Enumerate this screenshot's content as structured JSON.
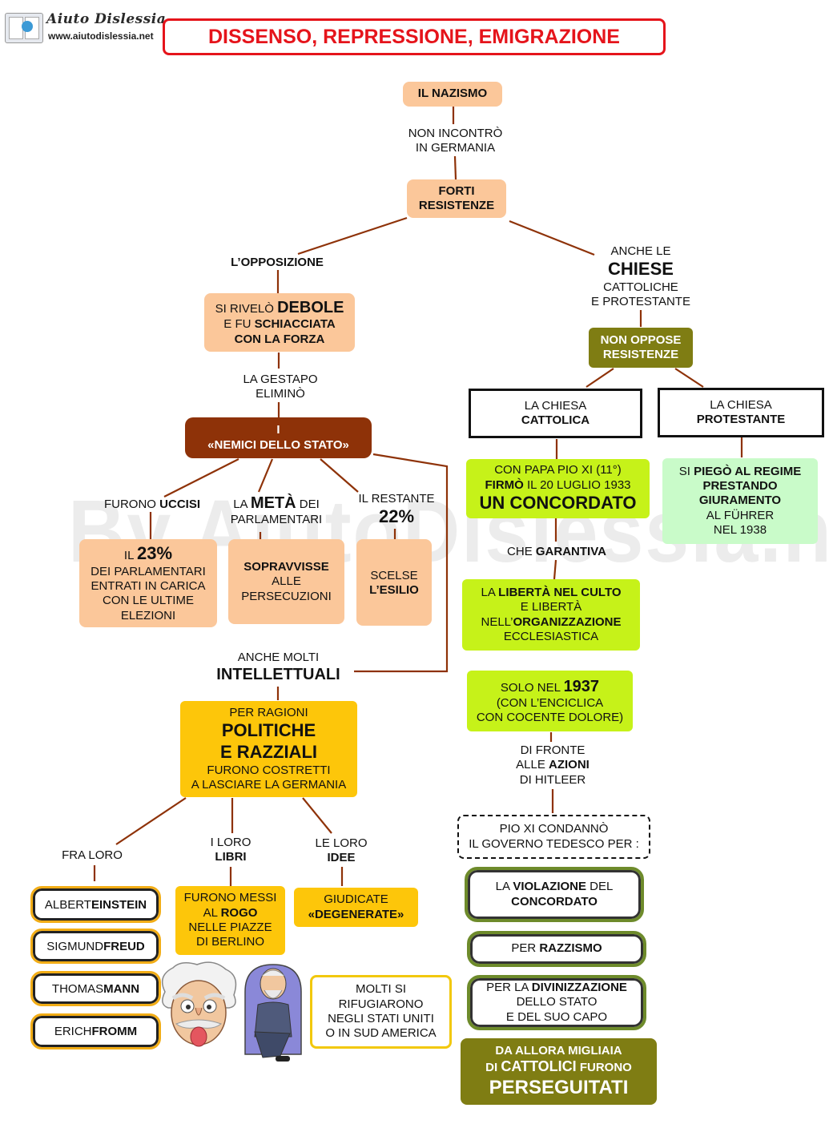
{
  "header": {
    "logo_name": "Aiuto Dislessia",
    "logo_url": "www.aiutodislessia.net",
    "title": "DISSENSO, REPRESSIONE, EMIGRAZIONE"
  },
  "watermark": "By AiutoDislessia.net",
  "nazismo": "IL NAZISMO",
  "link_non_incontro": [
    "NON INCONTRÒ",
    "IN GERMANIA"
  ],
  "forti": [
    "FORTI",
    "RESISTENZE"
  ],
  "opposizione": "L’OPPOSIZIONE",
  "debole": {
    "a": "SI RIVELÒ ",
    "b": "DEBOLE",
    "c": "E FU ",
    "d": "SCHIACCIATA",
    "e": "CON LA FORZA"
  },
  "gestapo": [
    "LA GESTAPO",
    "ELIMINÒ"
  ],
  "nemici": [
    "I",
    "«NEMICI DELLO STATO»"
  ],
  "uccisi": {
    "a": "FURONO ",
    "b": "UCCISI"
  },
  "meta": {
    "a": "LA ",
    "b": "METÀ",
    "c": " DEI",
    "d": "PARLAMENTARI"
  },
  "restante": {
    "a": "IL RESTANTE",
    "b": "22%"
  },
  "box23": {
    "a": "IL ",
    "b": "23%",
    "c": "DEI PARLAMENTARI",
    "d": "ENTRATI IN CARICA",
    "e": "CON LE ULTIME",
    "f": "ELEZIONI"
  },
  "sopravvisse": [
    "SOPRAVVISSE",
    "ALLE",
    "PERSECUZIONI"
  ],
  "esilio": [
    "SCELSE",
    "L’ESILIO"
  ],
  "intellettuali": {
    "a": "ANCHE MOLTI",
    "b": "INTELLETTUALI"
  },
  "ragioni": {
    "a": "PER RAGIONI",
    "b": "POLITICHE",
    "c": "E RAZZIALI",
    "d": "FURONO COSTRETTI",
    "e": "A LASCIARE LA GERMANIA"
  },
  "fra_loro": "FRA LORO",
  "libri_label": [
    "I LORO",
    "LIBRI"
  ],
  "idee_label": [
    "LE LORO",
    "IDEE"
  ],
  "persons": [
    {
      "first": "ALBERT ",
      "last": "EINSTEIN"
    },
    {
      "first": "SIGMUND ",
      "last": "FREUD"
    },
    {
      "first": "THOMAS ",
      "last": "MANN"
    },
    {
      "first": "ERICH ",
      "last": "FROMM"
    }
  ],
  "rogo": {
    "a": "FURONO MESSI",
    "b": "AL ",
    "c": "ROGO",
    "d": "NELLE PIAZZE",
    "e": "DI BERLINO"
  },
  "degenerate": [
    "GIUDICATE",
    "«DEGENERATE»"
  ],
  "rifugiarono": [
    "MOLTI SI",
    "RIFUGIARONO",
    "NEGLI STATI UNITI",
    "O IN SUD AMERICA"
  ],
  "chiese": {
    "a": "ANCHE LE",
    "b": "CHIESE",
    "c": "CATTOLICHE",
    "d": "E PROTESTANTE"
  },
  "non_opposero": [
    "NON OPPOSE",
    "RESISTENZE"
  ],
  "cattolica": [
    "LA CHIESA",
    "CATTOLICA"
  ],
  "protestante": [
    "LA CHIESA",
    "PROTESTANTE"
  ],
  "concordato": {
    "a": "CON PAPA  PIO XI (11°)",
    "b": "FIRMÒ",
    "c": " IL 20 LUGLIO 1933",
    "d": "UN CONCORDATO"
  },
  "piego": {
    "a": "SI ",
    "b": "PIEGÒ AL REGIME",
    "c": "PRESTANDO",
    "d": "GIURAMENTO",
    "e": "AL FÜHRER",
    "f": "NEL 1938"
  },
  "garantiva": {
    "a": "CHE ",
    "b": "GARANTIVA"
  },
  "liberta": {
    "a": "LA ",
    "b": "LIBERTÀ NEL CULTO",
    "c": "E LIBERTÀ",
    "d": "NELL’",
    "e": "ORGANIZZAZIONE",
    "f": "ECCLESIASTICA"
  },
  "anno1937": {
    "a": "SOLO NEL ",
    "b": "1937",
    "c": "(CON L’ENCICLICA",
    "d": "CON COCENTE DOLORE)"
  },
  "azioni": {
    "a": "DI FRONTE",
    "b": "ALLE ",
    "c": "AZIONI",
    "d": "DI HITLEER"
  },
  "condanno": [
    "PIO XI CONDANNÒ",
    "IL GOVERNO TEDESCO PER :"
  ],
  "violazione": {
    "a": "LA ",
    "b": "VIOLAZIONE",
    "c": " DEL",
    "d": "CONCORDATO"
  },
  "razzismo": {
    "a": "PER ",
    "b": "RAZZISMO"
  },
  "divinizzazione": {
    "a": "PER LA ",
    "b": "DIVINIZZAZIONE",
    "c": "DELLO STATO",
    "d": "E DEL SUO CAPO"
  },
  "perseguitati": {
    "a": "DA ALLORA MIGLIAIA",
    "b": "DI ",
    "c": "CATTOLICI",
    "d": " FURONO",
    "e": "PERSEGUITATI"
  },
  "colors": {
    "title_red": "#e5141b",
    "peach": "#fbc79a",
    "brown": "#8e3208",
    "olive": "#7f7d13",
    "lime": "#c6f219",
    "mint": "#c9fbc9",
    "gold": "#fdc60a",
    "line": "#8e3208"
  }
}
